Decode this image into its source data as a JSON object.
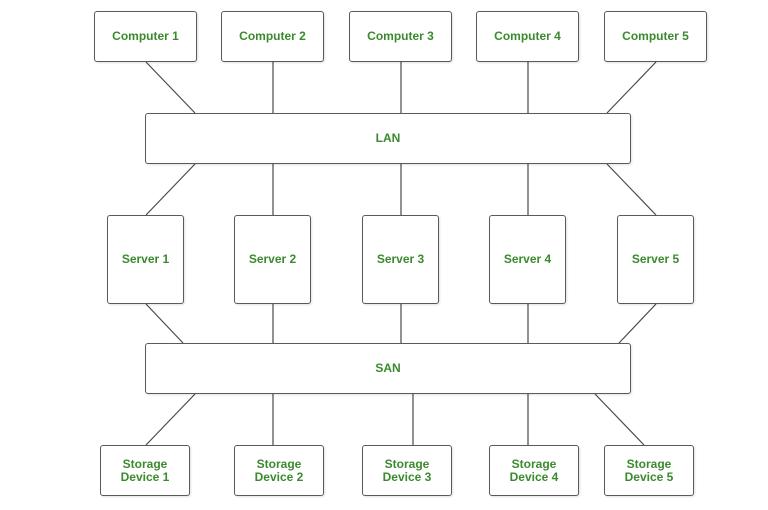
{
  "diagram": {
    "computers": [
      "Computer 1",
      "Computer 2",
      "Computer 3",
      "Computer 4",
      "Computer 5"
    ],
    "lan": "LAN",
    "servers": [
      "Server 1",
      "Server 2",
      "Server 3",
      "Server 4",
      "Server 5"
    ],
    "san": "SAN",
    "storage": [
      [
        "Storage",
        "Device 1"
      ],
      [
        "Storage",
        "Device 2"
      ],
      [
        "Storage",
        "Device 3"
      ],
      [
        "Storage",
        "Device 4"
      ],
      [
        "Storage",
        "Device 5"
      ]
    ],
    "label_color": "#3b8a2e",
    "line_color": "#4a4a4a"
  }
}
